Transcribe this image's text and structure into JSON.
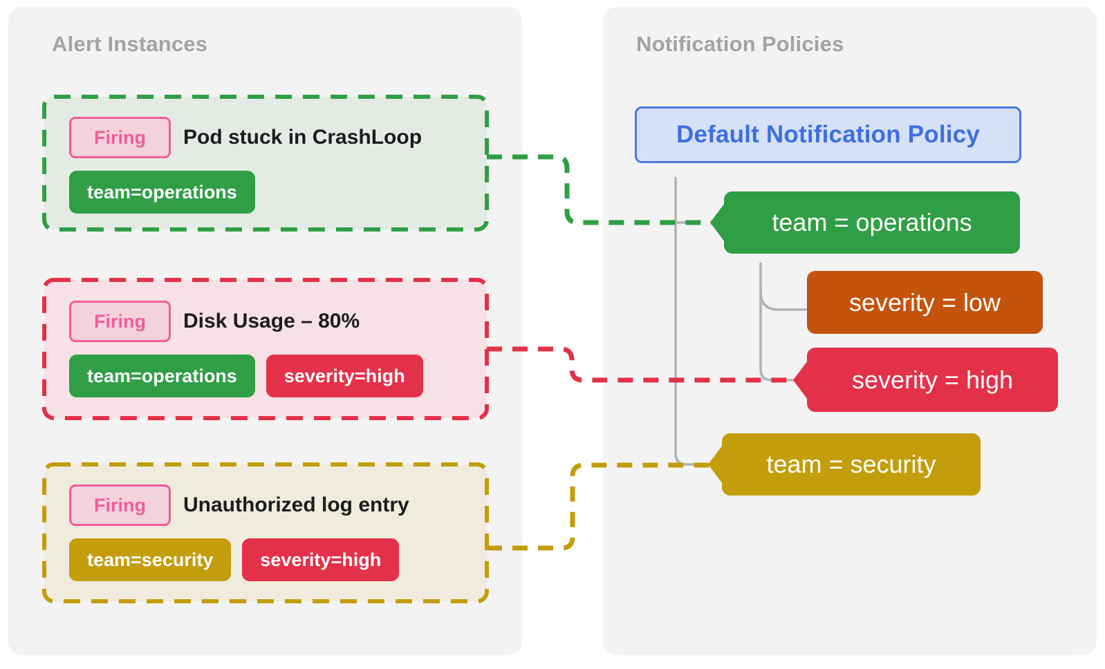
{
  "colors": {
    "green": "#2f9e44",
    "red": "#e23148",
    "gold": "#c49d0a",
    "orange": "#c4530e",
    "blue_text": "#3d6fe0",
    "blue_border": "#4a79e2",
    "blue_bg": "#d6e0f7",
    "pink": "#f05c9c",
    "pink_bg": "#f2d3dc",
    "card_green_bg": "#e4ebe5",
    "card_red_bg": "#f6e2e6",
    "card_gold_bg": "#f0ecdd",
    "panel_bg": "#f3f3f4",
    "title_gray": "#a1a3a7",
    "tree_gray": "#b1b1b3",
    "text_dark": "#1c1c1e",
    "white": "#ffffff"
  },
  "left_panel": {
    "title": "Alert Instances",
    "cards": [
      {
        "status": "Firing",
        "title": "Pod stuck in CrashLoop",
        "labels": [
          {
            "text": "team=operations",
            "color": "green"
          }
        ]
      },
      {
        "status": "Firing",
        "title": "Disk Usage – 80%",
        "labels": [
          {
            "text": "team=operations",
            "color": "green"
          },
          {
            "text": "severity=high",
            "color": "red"
          }
        ]
      },
      {
        "status": "Firing",
        "title": "Unauthorized log entry",
        "labels": [
          {
            "text": "team=security",
            "color": "gold"
          },
          {
            "text": "severity=high",
            "color": "red"
          }
        ]
      }
    ]
  },
  "right_panel": {
    "title": "Notification Policies",
    "root_policy": {
      "label": "Default Notification Policy"
    },
    "matchers": [
      {
        "label": "team = operations",
        "color": "green"
      },
      {
        "label": "severity = low",
        "color": "orange"
      },
      {
        "label": "severity = high",
        "color": "red"
      },
      {
        "label": "team = security",
        "color": "gold"
      }
    ]
  }
}
